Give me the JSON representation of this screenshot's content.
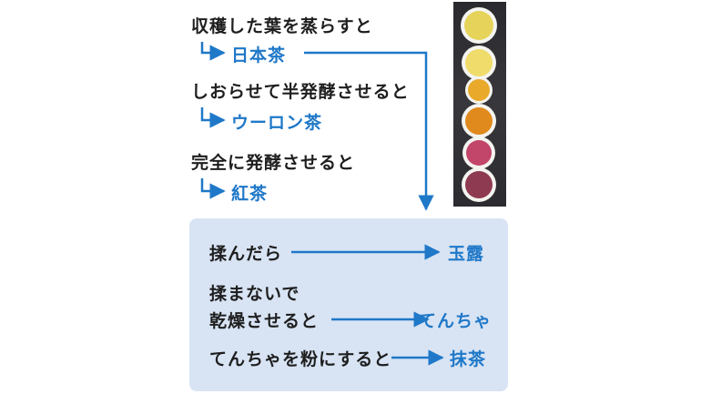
{
  "steps": [
    {
      "process": "収穫した葉を蒸らすと",
      "result": "日本茶"
    },
    {
      "process": "しおらせて半発酵させると",
      "result": "ウーロン茶"
    },
    {
      "process": "完全に発酵させると",
      "result": "紅茶"
    }
  ],
  "matcha_panel": {
    "row1": {
      "process": "揉んだら",
      "result": "玉露"
    },
    "row2": {
      "process_line1": "揉まないで",
      "process_line2": "乾燥させると",
      "result": "てんちゃ"
    },
    "row3": {
      "process": "てんちゃを粉にすると",
      "result": "抹茶"
    }
  },
  "colors": {
    "accent_blue": "#1f78c8",
    "panel_bg": "#d8e4f4",
    "text_dark": "#1e1e1e",
    "photo_bg": "#2f2e33"
  },
  "tea_cups": [
    {
      "tea": "japanese",
      "color": "#e6d35a"
    },
    {
      "tea": "japanese-light",
      "color": "#f0dc6a"
    },
    {
      "tea": "oolong",
      "color": "#e9a92a"
    },
    {
      "tea": "oolong-dark",
      "color": "#e08a1e"
    },
    {
      "tea": "fruit",
      "color": "#c2456a"
    },
    {
      "tea": "black",
      "color": "#8e3a50"
    }
  ]
}
